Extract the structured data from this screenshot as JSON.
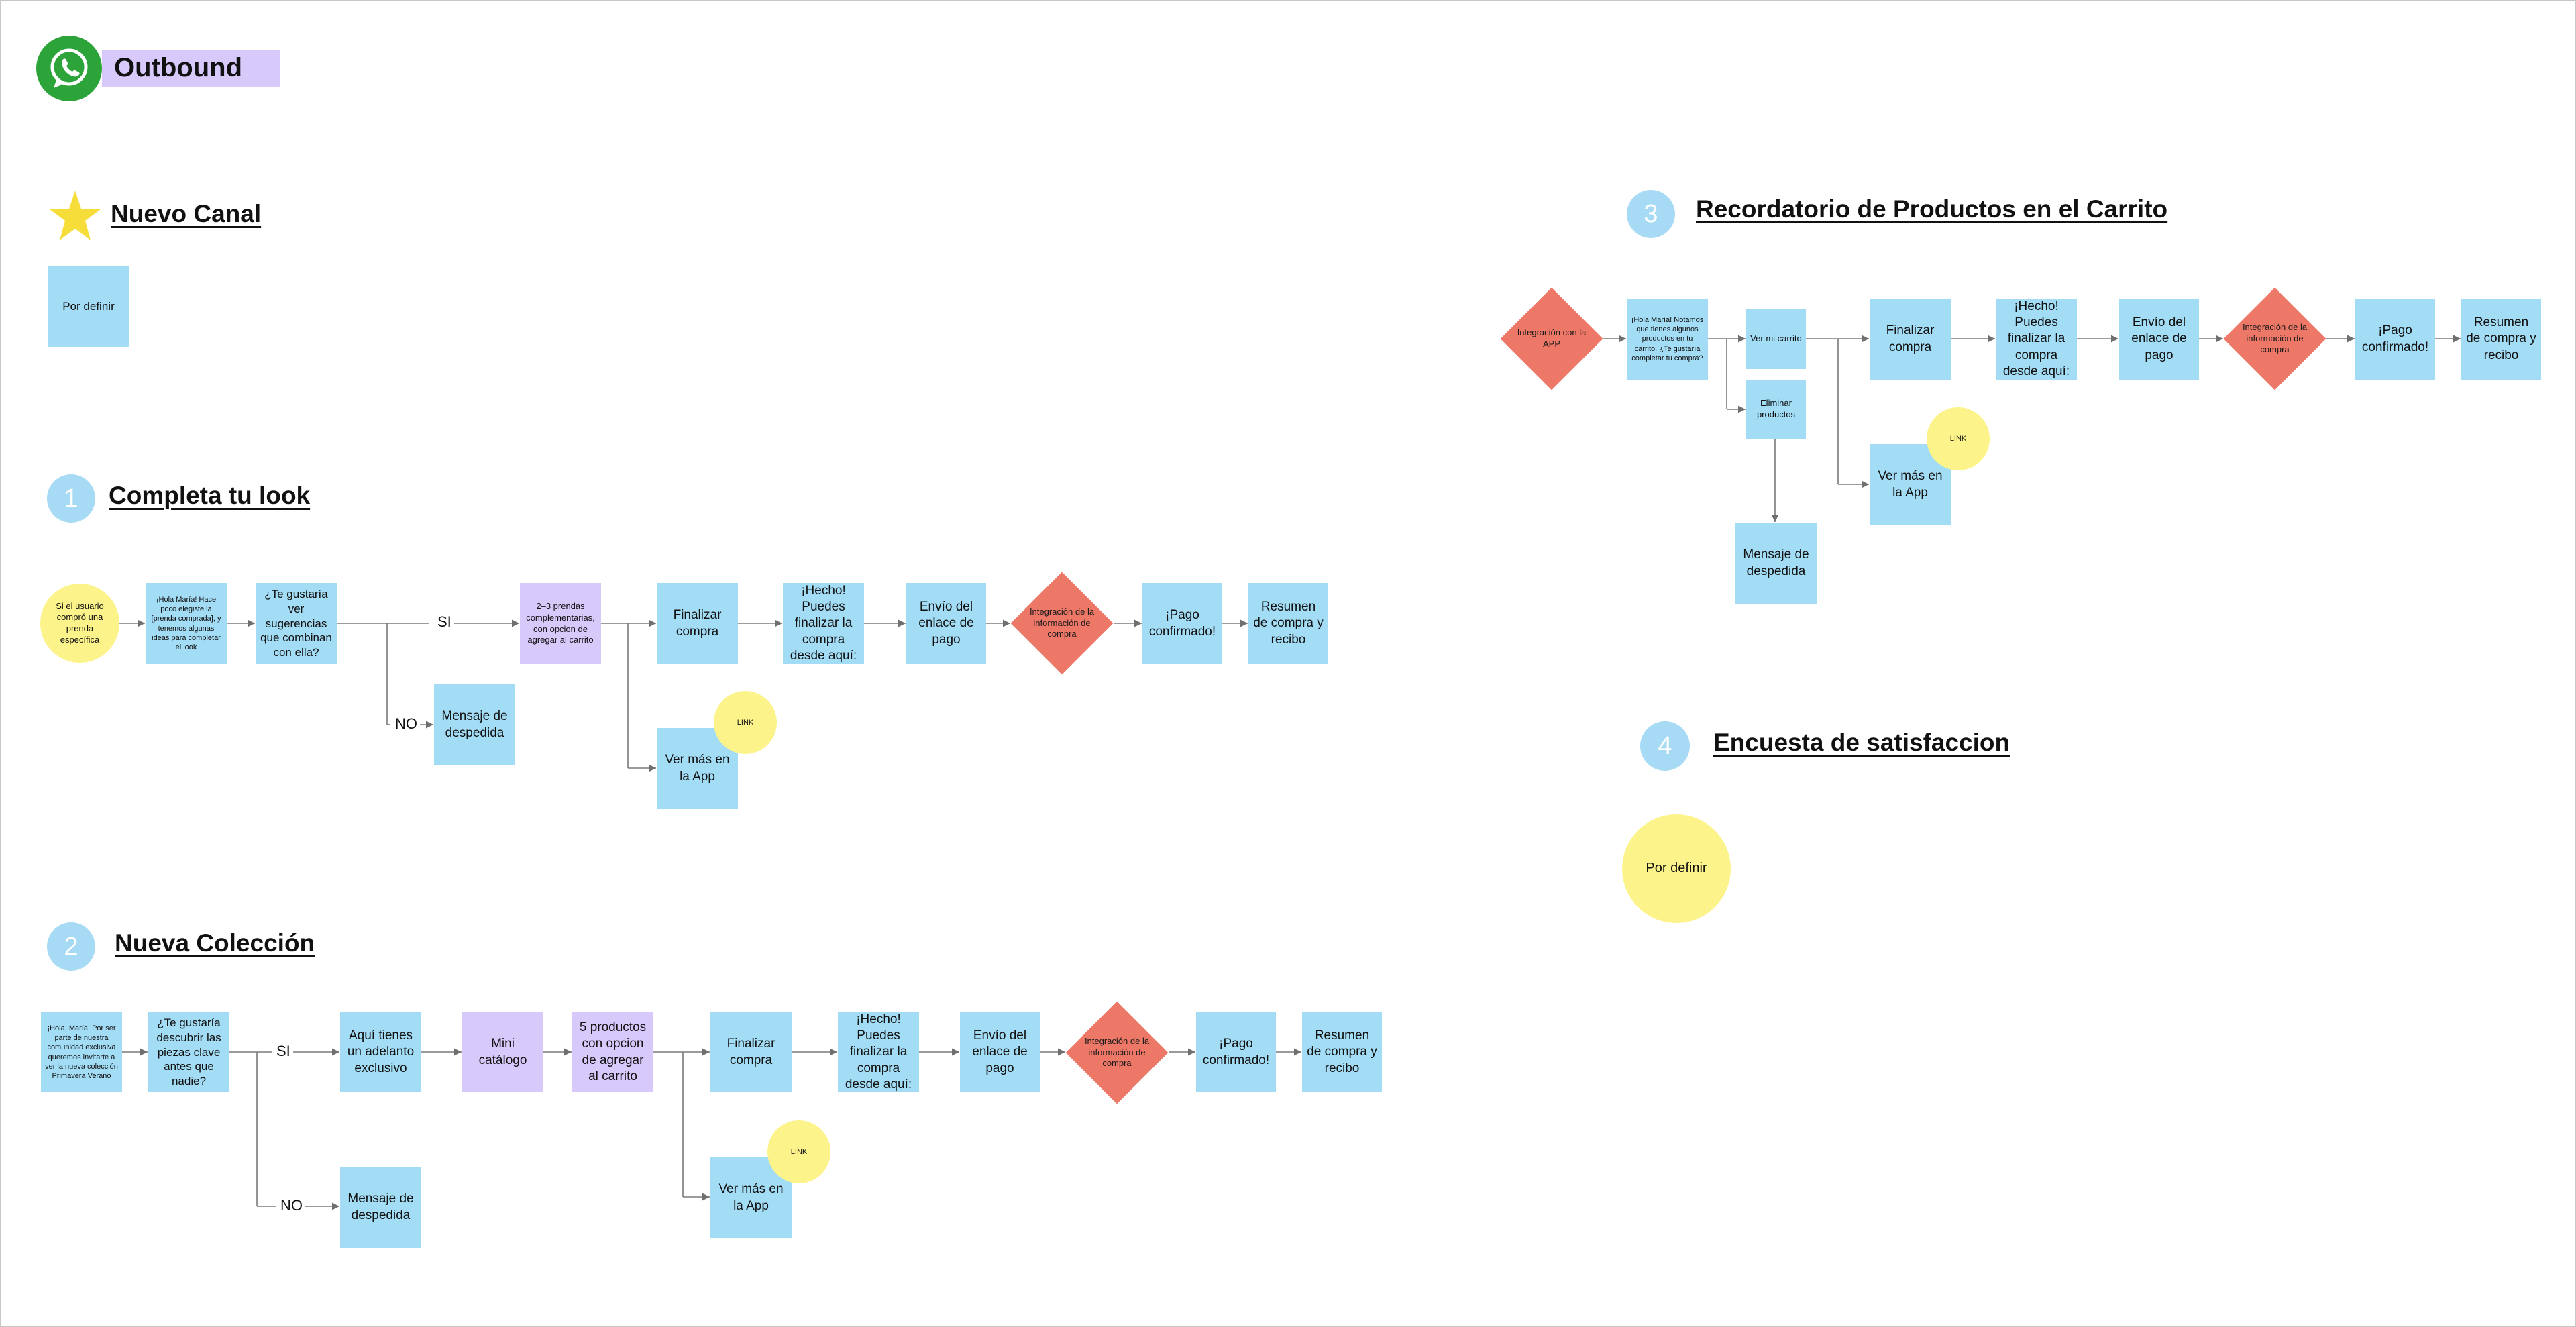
{
  "header": {
    "title": "Outbound",
    "logo_icon": "whatsapp-icon",
    "accent": "#d8c9fb"
  },
  "colors": {
    "process": "#a3dcf5",
    "content": "#d8c9fb",
    "link": "#fcf38a",
    "integration": "#ee7868",
    "section_number": "#a7daf4"
  },
  "nuevo_canal": {
    "icon": "star-icon",
    "title": "Nuevo Canal",
    "placeholder": "Por definir"
  },
  "flow1": {
    "number": "1",
    "title": "Completa tu look",
    "start": "Si el usuario compró una prenda específica",
    "message": "¡Hola María! Hace poco elegiste la [prenda comprada], y tenemos algunas ideas para completar el look",
    "question": "¿Te gustaría ver sugerencias que combinan con ella?",
    "yes_label": "SI",
    "no_label": "NO",
    "suggestions": "2–3 prendas complementarias, con opcion de agregar al carrito",
    "goodbye": "Mensaje de despedida",
    "checkout": "Finalizar compra",
    "done": "¡Hecho! Puedes finalizar la compra desde aquí:",
    "payment_link": "Envío del enlace de pago",
    "integration": "Integración de la información de compra",
    "confirmed": "¡Pago confirmado!",
    "summary": "Resumen de compra y recibo",
    "see_more": "Ver más en la App",
    "link": "LINK"
  },
  "flow2": {
    "number": "2",
    "title": "Nueva Colección",
    "message": "¡Hola, María! Por ser parte de nuestra comunidad exclusiva queremos invitarte a ver la nueva colección Primavera Verano",
    "question": "¿Te gustaría descubrir las piezas clave antes que nadie?",
    "yes_label": "SI",
    "no_label": "NO",
    "preview": "Aquí tienes un adelanto exclusivo",
    "mini_catalog": "Mini catálogo",
    "products": "5 productos con opcion de agregar al carrito",
    "goodbye": "Mensaje de despedida",
    "checkout": "Finalizar compra",
    "done": "¡Hecho! Puedes finalizar la compra desde aquí:",
    "payment_link": "Envío del enlace de pago",
    "integration": "Integración de la información de compra",
    "confirmed": "¡Pago confirmado!",
    "summary": "Resumen de compra y recibo",
    "see_more": "Ver más en la App",
    "link": "LINK"
  },
  "flow3": {
    "number": "3",
    "title": "Recordatorio de Productos en el Carrito",
    "app_integration": "Integración con la APP",
    "message": "¡Hola María! Notamos que tienes algunos productos en tu carrito. ¿Te gustaría completar tu compra?",
    "view_cart": "Ver mi carrito",
    "remove": "Eliminar productos",
    "goodbye": "Mensaje de despedida",
    "checkout": "Finalizar compra",
    "done": "¡Hecho! Puedes finalizar la compra desde aquí:",
    "payment_link": "Envío del enlace de pago",
    "integration": "Integración de la información de compra",
    "confirmed": "¡Pago confirmado!",
    "summary": "Resumen de compra y recibo",
    "see_more": "Ver más en la App",
    "link": "LINK"
  },
  "flow4": {
    "number": "4",
    "title": "Encuesta de satisfaccion",
    "placeholder": "Por definir"
  }
}
